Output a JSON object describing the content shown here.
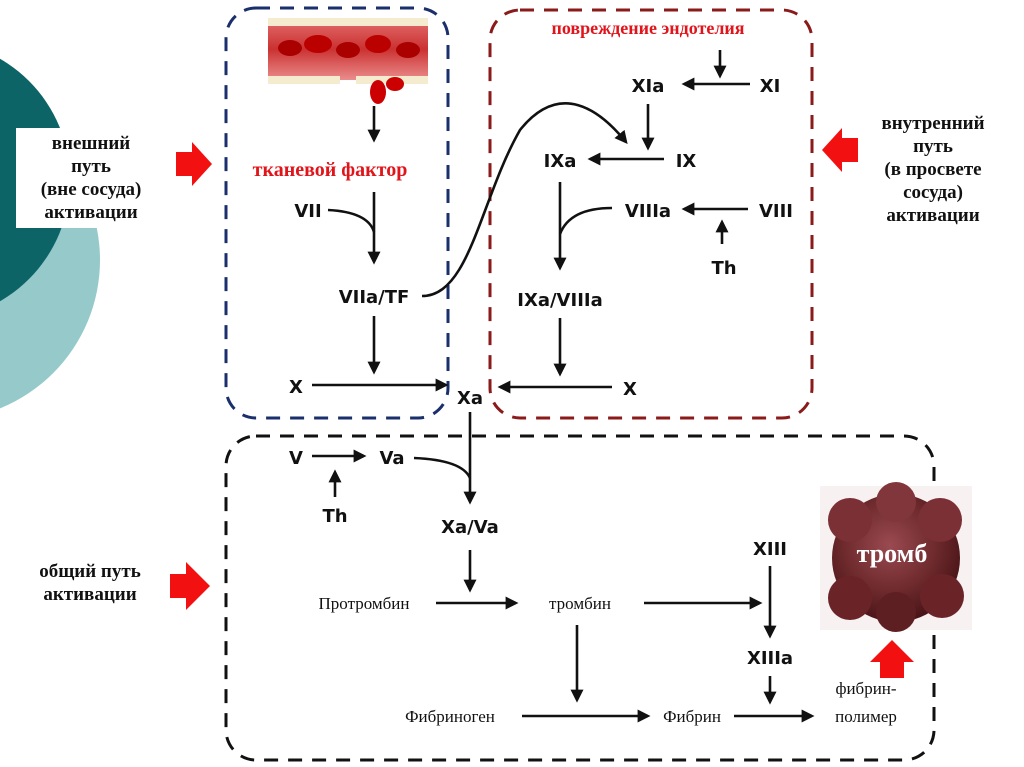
{
  "title": "Схема свертывания крови",
  "colors": {
    "extrinsic_box": "#1a2f6b",
    "intrinsic_box": "#8b1a1a",
    "common_box": "#111111",
    "red_arrow": "#f21010",
    "red_text": "#e0141a",
    "teal_dark": "#0d6466",
    "teal_light": "#95c9ca",
    "thrombus": "#6e2a2d"
  },
  "labels": {
    "extrinsic": [
      "внешний",
      "путь",
      "(вне сосуда)",
      "активации"
    ],
    "intrinsic": [
      "внутренний",
      "путь",
      "(в просвете",
      "сосуда)",
      "активации"
    ],
    "common": [
      "общий путь",
      "активации"
    ]
  },
  "extrinsic": {
    "tissue_factor": "тканевой фактор",
    "vii": "VII",
    "viia_tf": "VIIa/TF",
    "x": "X"
  },
  "intrinsic": {
    "trigger": "повреждение эндотелия",
    "xia": "XIa",
    "xi": "XI",
    "ixa": "IXa",
    "ix": "IX",
    "viiia": "VIIIa",
    "viii": "VIII",
    "th": "Th",
    "ixa_viiia": "IXa/VIIIa",
    "x": "X"
  },
  "common": {
    "xa": "Xa",
    "v": "V",
    "va": "Va",
    "th": "Th",
    "xa_va": "Xa/Va",
    "prothrombin": "Протромбин",
    "thrombin": "тромбин",
    "xiii": "XIII",
    "xiiia": "XIIIa",
    "fibrinogen": "Фибриноген",
    "fibrin": "Фибрин",
    "fibrin_polymer": [
      "фибрин-",
      "полимер"
    ],
    "thrombus": "тромб"
  }
}
